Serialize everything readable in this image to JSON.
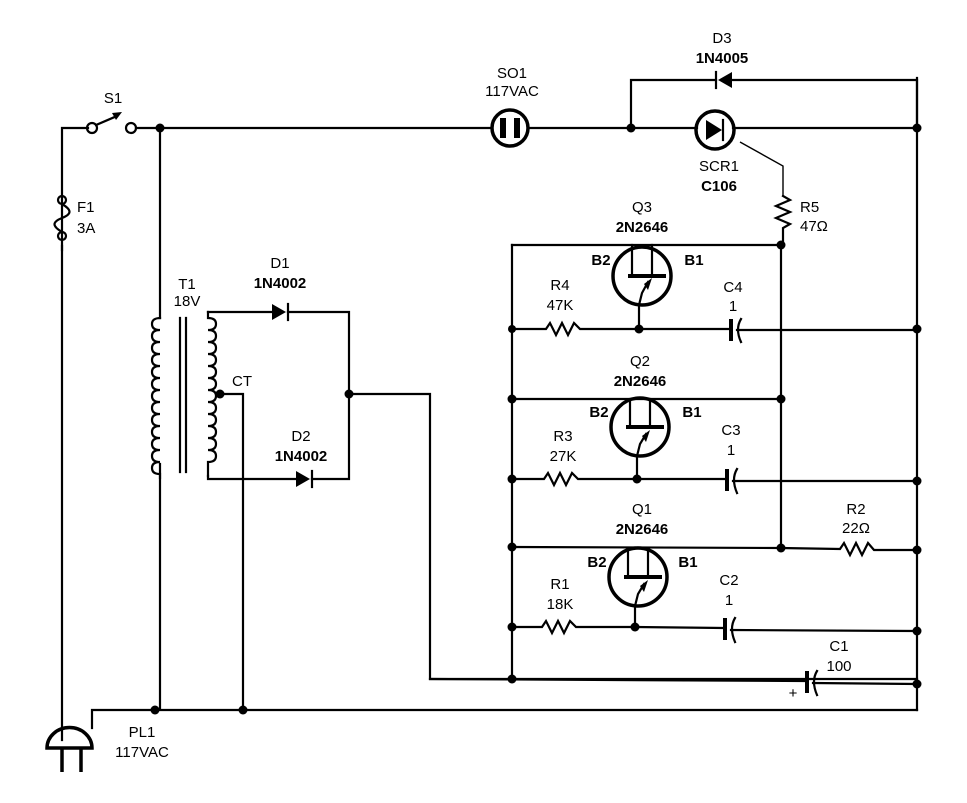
{
  "diagram": {
    "type": "circuit-schematic",
    "components": {
      "s1": {
        "ref": "S1",
        "kind": "switch"
      },
      "f1": {
        "ref": "F1",
        "value": "3A",
        "kind": "fuse"
      },
      "t1": {
        "ref": "T1",
        "value": "18V",
        "tap": "CT",
        "kind": "transformer"
      },
      "d1": {
        "ref": "D1",
        "value": "1N4002",
        "kind": "diode"
      },
      "d2": {
        "ref": "D2",
        "value": "1N4002",
        "kind": "diode"
      },
      "d3": {
        "ref": "D3",
        "value": "1N4005",
        "kind": "diode"
      },
      "so1": {
        "ref": "SO1",
        "value": "117VAC",
        "kind": "socket"
      },
      "scr1": {
        "ref": "SCR1",
        "value": "C106",
        "kind": "scr"
      },
      "r5": {
        "ref": "R5",
        "value": "47Ω",
        "kind": "resistor"
      },
      "q3": {
        "ref": "Q3",
        "value": "2N2646",
        "b2": "B2",
        "b1": "B1",
        "kind": "ujt"
      },
      "q2": {
        "ref": "Q2",
        "value": "2N2646",
        "b2": "B2",
        "b1": "B1",
        "kind": "ujt"
      },
      "q1": {
        "ref": "Q1",
        "value": "2N2646",
        "b2": "B2",
        "b1": "B1",
        "kind": "ujt"
      },
      "r4": {
        "ref": "R4",
        "value": "47K",
        "kind": "resistor"
      },
      "r3": {
        "ref": "R3",
        "value": "27K",
        "kind": "resistor"
      },
      "r1": {
        "ref": "R1",
        "value": "18K",
        "kind": "resistor"
      },
      "r2": {
        "ref": "R2",
        "value": "22Ω",
        "kind": "resistor"
      },
      "c4": {
        "ref": "C4",
        "value": "1",
        "kind": "capacitor"
      },
      "c3": {
        "ref": "C3",
        "value": "1",
        "kind": "capacitor"
      },
      "c2": {
        "ref": "C2",
        "value": "1",
        "kind": "capacitor"
      },
      "c1": {
        "ref": "C1",
        "value": "100",
        "polarity": "+",
        "kind": "capacitor"
      },
      "pl1": {
        "ref": "PL1",
        "value": "117VAC",
        "kind": "plug"
      }
    }
  }
}
